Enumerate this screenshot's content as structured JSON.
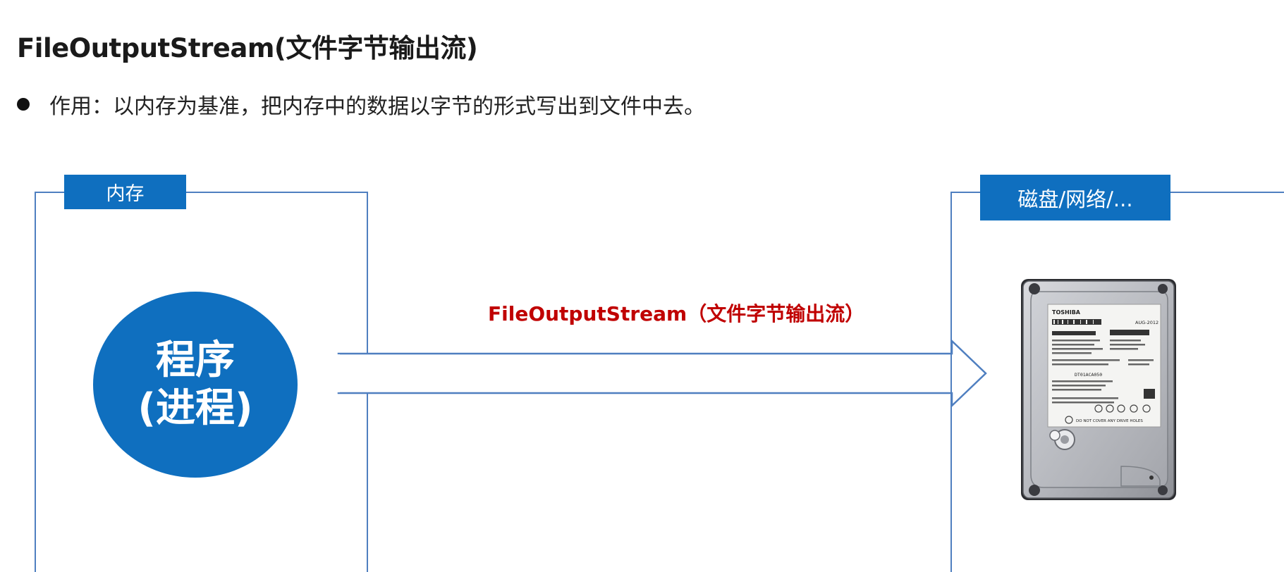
{
  "slide": {
    "title": "FileOutputStream(文件字节输出流)",
    "bullet": "作用：以内存为基准，把内存中的数据以字节的形式写出到文件中去。"
  },
  "memory_box": {
    "label": "内存",
    "process_line1": "程序",
    "process_line2": "(进程)"
  },
  "stream_arrow": {
    "label": "FileOutputStream（文件字节输出流）"
  },
  "disk_box": {
    "label": "磁盘/网络/...",
    "hdd_brand": "TOSHIBA",
    "hdd_date": "AUG-2012",
    "hdd_model": "DT01ACA050",
    "hdd_warning": "DO NOT COVER ANY DRIVE HOLES"
  },
  "colors": {
    "accent_blue": "#0f6fbf",
    "border_blue": "#4f7fc0",
    "label_red": "#c00000"
  }
}
